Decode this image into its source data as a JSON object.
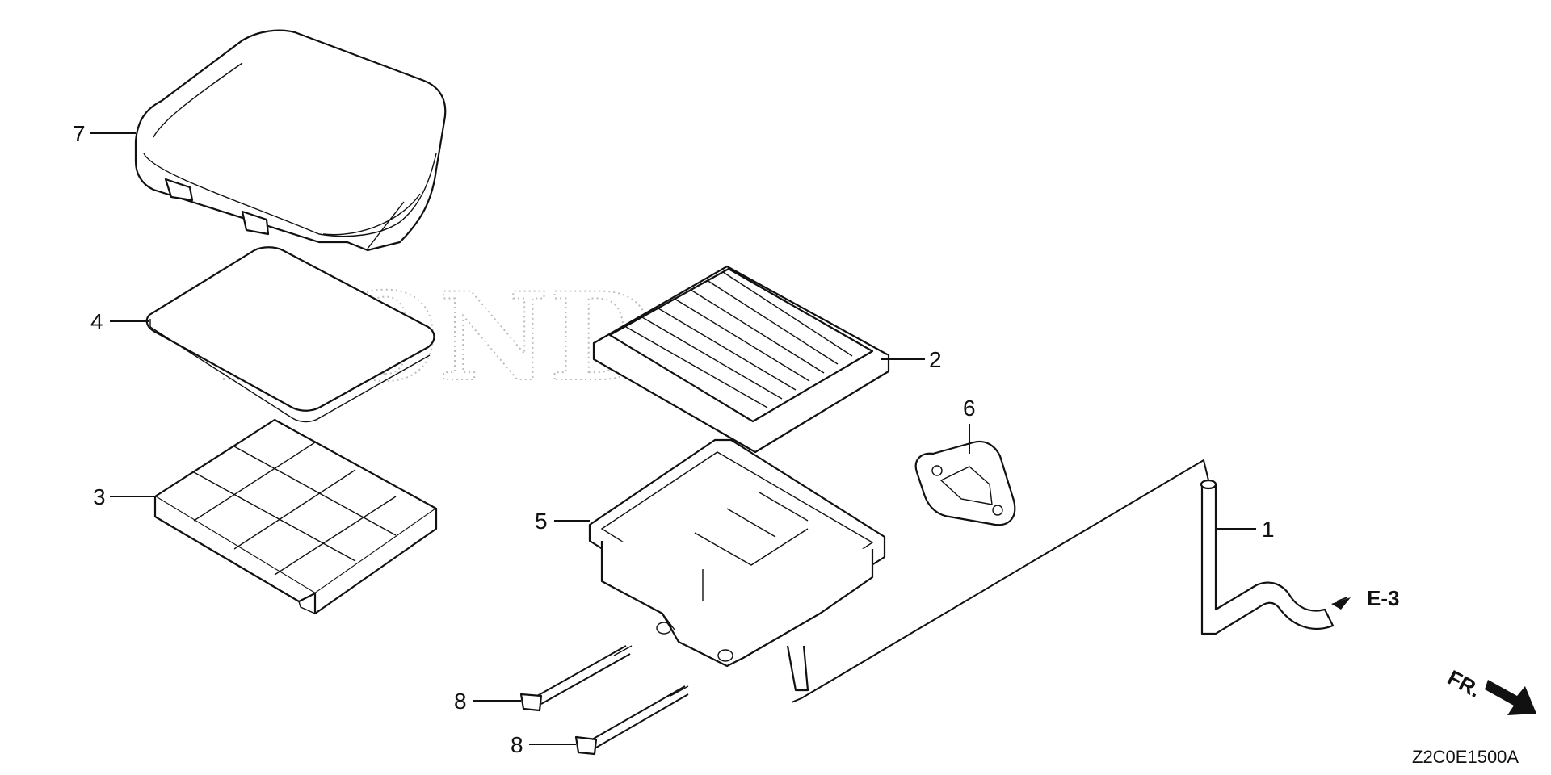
{
  "callouts": {
    "c1": "1",
    "c2": "2",
    "c3": "3",
    "c4": "4",
    "c5": "5",
    "c6": "6",
    "c7": "7",
    "c8a": "8",
    "c8b": "8"
  },
  "ref_arrow": "E-3",
  "direction": "FR.",
  "diagram_code": "Z2C0E1500A",
  "watermark": "HONDA"
}
